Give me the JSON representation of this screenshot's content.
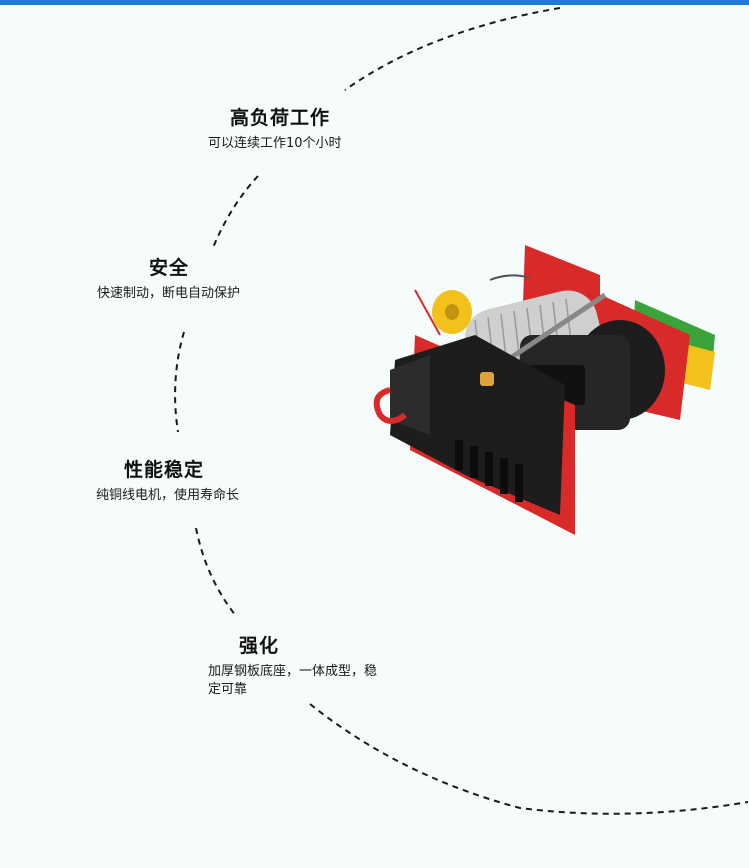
{
  "features": [
    {
      "title": "高负荷工作",
      "desc": "可以连续工作10个小时"
    },
    {
      "title": "安全",
      "desc": "快速制动，断电自动保护"
    },
    {
      "title": "性能稳定",
      "desc": "纯铜线电机，使用寿命长"
    },
    {
      "title": "强化",
      "desc": "加厚钢板底座，一体成型，稳定可靠"
    }
  ],
  "product": {
    "icon": "electric-hoist-icon"
  },
  "colors": {
    "accent": "#1e7ad6",
    "background": "#f6fbfb",
    "frame_red": "#d92a2a",
    "motor_black": "#1d1d1d",
    "spool_yellow": "#f2c21b",
    "panel_green": "#3aa43a"
  }
}
